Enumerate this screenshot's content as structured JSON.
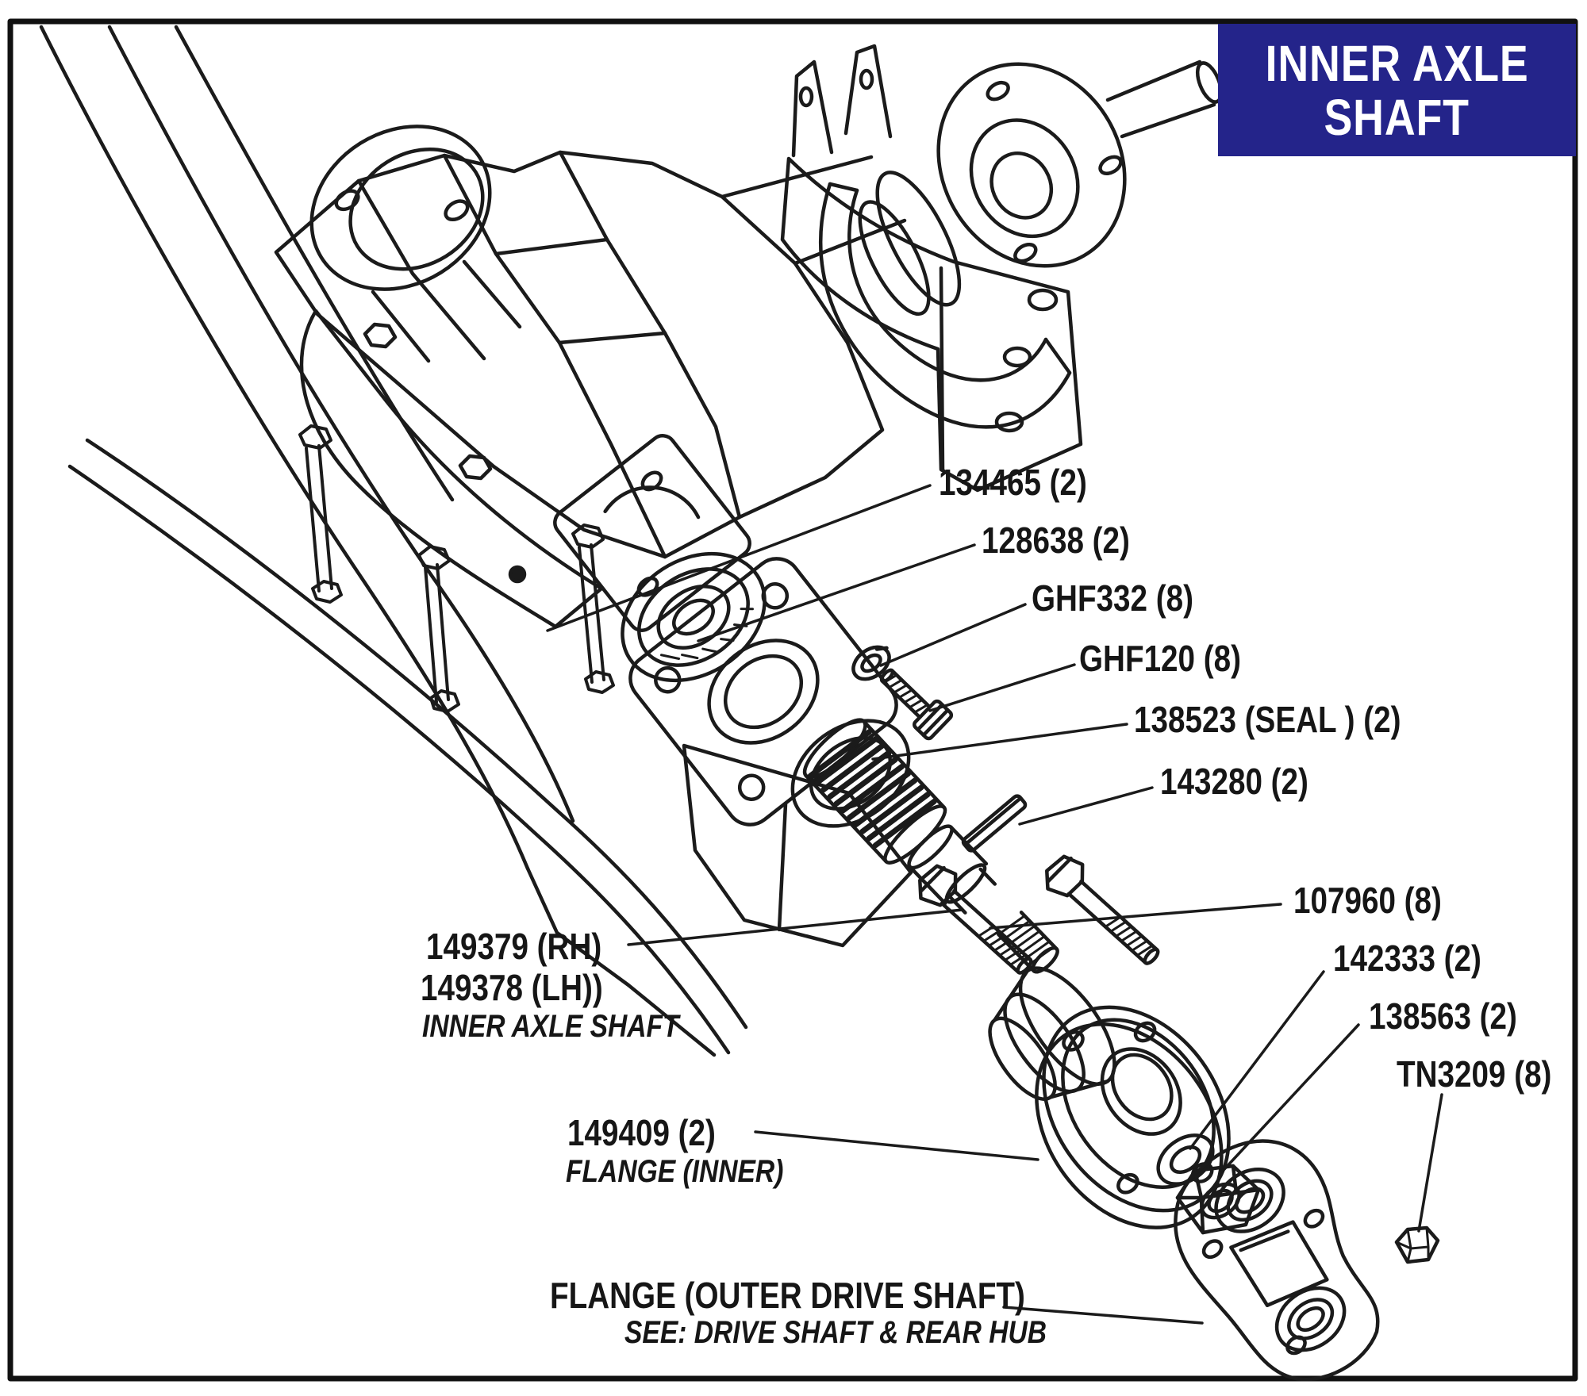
{
  "page": {
    "background_color": "#ffffff",
    "ink_color": "#1b1b1b",
    "accent_color": "#24248a"
  },
  "title_box": {
    "line1": "INNER AXLE",
    "line2": "SHAFT",
    "bg_color": "#24248a",
    "text_color": "#ffffff"
  },
  "labels": {
    "l134465": "134465 (2)",
    "l128638": "128638 (2)",
    "ghf332": "GHF332 (8)",
    "ghf120": "GHF120 (8)",
    "l138523": "138523 (SEAL ) (2)",
    "l143280": "143280 (2)",
    "l107960": "107960 (8)",
    "l142333": "142333 (2)",
    "l138563": "138563 (2)",
    "tn3209": "TN3209 (8)",
    "shaft_rh": "149379 (RH)",
    "shaft_lh": "149378 (LH))",
    "shaft_caption": "INNER AXLE SHAFT",
    "inner_flange": "149409 (2)",
    "inner_flange_caption": "FLANGE (INNER)",
    "outer_flange": "FLANGE (OUTER DRIVE SHAFT)",
    "outer_flange_caption": "SEE: DRIVE SHAFT & REAR HUB"
  }
}
